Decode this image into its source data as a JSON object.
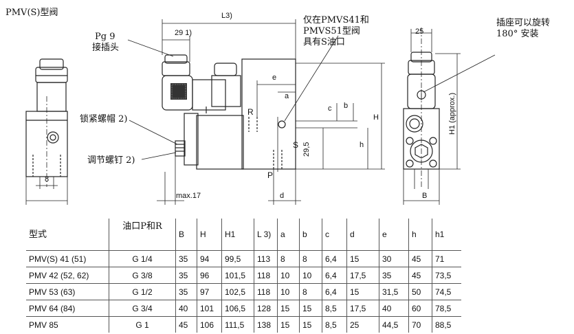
{
  "title": "PMV(S)型阀",
  "callouts": {
    "pg9_line1": "Pg 9",
    "pg9_line2": "接插头",
    "lock_cap": "锁紧螺帽 2)",
    "adjust_screw": "调节螺钉 2)",
    "pmvs_note_line1": "仅在PMVS41和",
    "pmvs_note_line2": "PMVS51型阀",
    "pmvs_note_line3": "具有S油口",
    "rotate_line1": "插座可以旋转",
    "rotate_line2": "180° 安装"
  },
  "dims": {
    "l3": "L3)",
    "d29": "29 1)",
    "d25": "25",
    "e": "e",
    "a": "a",
    "c": "c",
    "b": "b",
    "H": "H",
    "h": "h",
    "d295": "29,5",
    "R": "R",
    "S": "S",
    "P": "P",
    "d": "d",
    "max17": "max.17",
    "d8": "8",
    "B": "B",
    "H1": "H1 (approx.)"
  },
  "table": {
    "headers": [
      "型式",
      "油口P和R",
      "B",
      "H",
      "H1",
      "L 3)",
      "a",
      "b",
      "c",
      "d",
      "e",
      "h",
      "h1"
    ],
    "rows": [
      [
        "PMV(S) 41 (51)",
        "G 1/4",
        "35",
        "94",
        "99,5",
        "113",
        "8",
        "8",
        "6,4",
        "15",
        "30",
        "45",
        "71"
      ],
      [
        "PMV 42 (52, 62)",
        "G 3/8",
        "35",
        "96",
        "101,5",
        "118",
        "10",
        "10",
        "6,4",
        "17,5",
        "35",
        "45",
        "73,5"
      ],
      [
        "PMV 53 (63)",
        "G 1/2",
        "35",
        "97",
        "102,5",
        "118",
        "10",
        "8",
        "6,4",
        "15",
        "31,5",
        "50",
        "74,5"
      ],
      [
        "PMV 64 (84)",
        "G 3/4",
        "40",
        "101",
        "106,5",
        "128",
        "15",
        "15",
        "8,5",
        "17,5",
        "40",
        "60",
        "78,5"
      ],
      [
        "PMV 85",
        "G 1",
        "45",
        "106",
        "111,5",
        "138",
        "15",
        "15",
        "8,5",
        "25",
        "44,5",
        "70",
        "88,5"
      ]
    ]
  }
}
